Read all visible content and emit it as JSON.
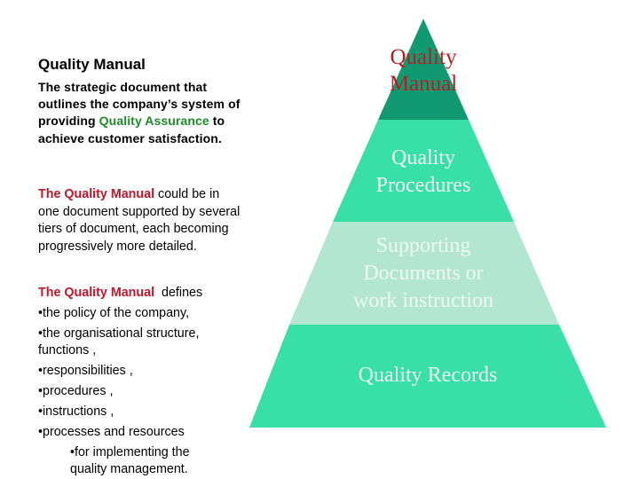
{
  "left_panel": {
    "heading": "Quality Manual",
    "intro": {
      "before": "The strategic document that outlines the company’s system of providing ",
      "highlight": "Quality Assurance",
      "after": " to achieve customer satisfaction."
    },
    "paragraph2": {
      "highlight": "The Quality Manual",
      "rest": " could be in one document supported by several tiers of document, each becoming progressively more detailed."
    },
    "paragraph3": {
      "highlight": "The Quality Manual",
      "rest": "  defines",
      "bullets": [
        "•the policy of the company,",
        "•the organisational structure, functions ,",
        "•responsibilities ,",
        "•procedures ,",
        "•instructions ,",
        "•processes and resources"
      ],
      "sub_bullet": "•for implementing the quality management."
    }
  },
  "pyramid": {
    "tiers": [
      {
        "label_line1": "Quality",
        "label_line2": "Manual",
        "color": "#119a72",
        "text_color": "#b41f24"
      },
      {
        "label_line1": "Quality",
        "label_line2": "Procedures",
        "color": "#38e0a8",
        "text_color": "#eefaf4"
      },
      {
        "label_line1": "Supporting",
        "label_line2": "Documents or",
        "label_line3": "work instruction",
        "color": "#b3e6d0",
        "text_color": "#eefaf4"
      },
      {
        "label_line1": "Quality Records",
        "color": "#38e0a8",
        "text_color": "#eefaf4"
      }
    ]
  },
  "colors": {
    "green_highlight": "#1f8a2a",
    "red_highlight": "#c1172c"
  }
}
